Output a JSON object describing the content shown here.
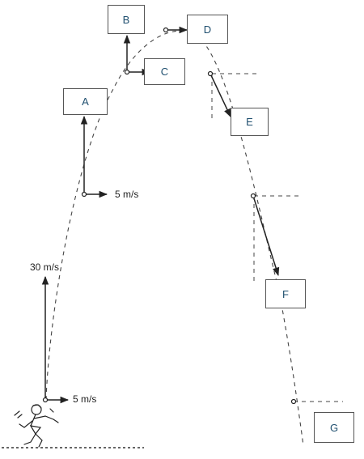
{
  "diagram": {
    "boxes": [
      "A",
      "B",
      "C",
      "D",
      "E",
      "F",
      "G"
    ],
    "vertical_velocity_label": "30 m/s",
    "launch_horizontal_label": "5 m/s",
    "point_horizontal_label": "5 m/s"
  },
  "colors": {
    "ink": "#222222",
    "box_text": "#1f4f6f"
  }
}
